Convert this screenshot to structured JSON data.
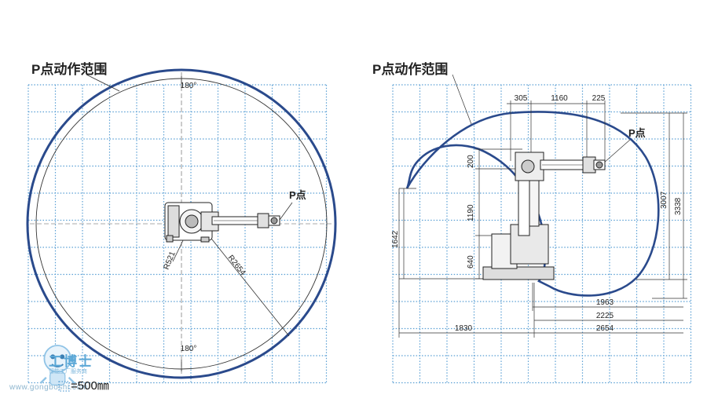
{
  "left_view": {
    "title": "P点动作范围",
    "label_top_angle": "180°",
    "label_bottom_angle": "180°",
    "label_p_point": "P点",
    "label_r521": "R521",
    "label_r2654": "R2654"
  },
  "right_view": {
    "title": "P点动作范围",
    "label_p_point": "P点",
    "dim_305": "305",
    "dim_1160": "1160",
    "dim_225": "225",
    "dim_200": "200",
    "dim_1190": "1190",
    "dim_640": "640",
    "dim_1642": "1642",
    "dim_3007": "3007",
    "dim_3338": "3338",
    "dim_1963": "1963",
    "dim_2225": "2225",
    "dim_2654": "2654",
    "dim_1830": "1830"
  },
  "legend": {
    "scale_text": "=500㎜",
    "watermark_cn": "工博士",
    "watermark_sub": "智能工厂服务商",
    "watermark_url": "www.gongboshi.com"
  },
  "colors": {
    "envelope": "#2a4a8c",
    "grid": "#5a9fd4",
    "line": "#333333"
  }
}
